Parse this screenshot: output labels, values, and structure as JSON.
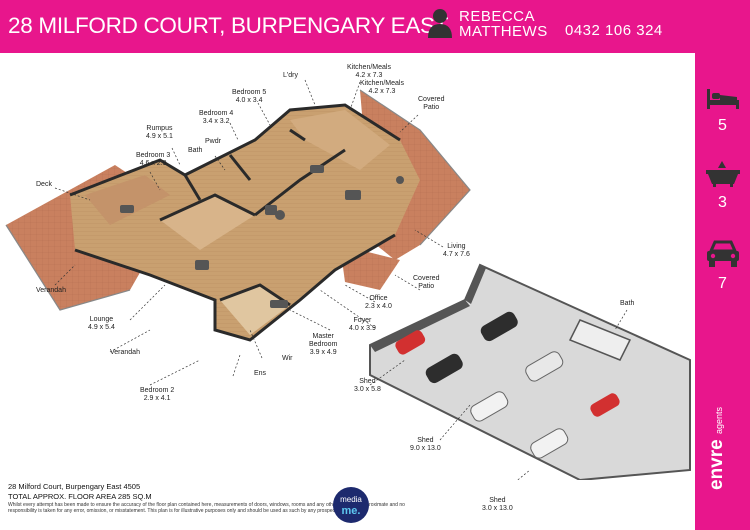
{
  "header": {
    "title": "28 MILFORD COURT, BURPENGARY EAST",
    "agent_name_line1": "REBECCA",
    "agent_name_line2": "MATTHEWS",
    "agent_phone": "0432 106 324"
  },
  "stats": {
    "bedrooms": "5",
    "bathrooms": "3",
    "car_spaces": "7"
  },
  "brand": {
    "name": "envre",
    "tagline": "agents"
  },
  "rooms": {
    "ldry": "L'dry",
    "kitchen1_name": "Kitchen/Meals",
    "kitchen1_size": "4.2 x 7.3",
    "kitchen2_name": "Kitchen/Meals",
    "kitchen2_size": "4.2 x 7.3",
    "bedroom5_name": "Bedroom 5",
    "bedroom5_size": "4.0 x 3.4",
    "bedroom4_name": "Bedroom 4",
    "bedroom4_size": "3.4 x 3.2",
    "covered_patio1_line1": "Covered",
    "covered_patio1_line2": "Patio",
    "rumpus_name": "Rumpus",
    "rumpus_size": "4.9 x 5.1",
    "pwdr": "Pwdr",
    "bath1": "Bath",
    "bedroom3_name": "Bedroom 3",
    "bedroom3_size": "4.6 x 2.9",
    "deck": "Deck",
    "living_name": "Living",
    "living_size": "4.7 x 7.6",
    "verandah1": "Verandah",
    "covered_patio2_line1": "Covered",
    "covered_patio2_line2": "Patio",
    "office_name": "Office",
    "office_size": "2.3 x 4.0",
    "lounge_name": "Lounge",
    "lounge_size": "4.9 x 5.4",
    "foyer_name": "Foyer",
    "foyer_size": "4.0 x 3.9",
    "bath2": "Bath",
    "verandah2": "Verandah",
    "master_line1": "Master",
    "master_line2": "Bedroom",
    "master_size": "3.9 x 4.9",
    "wir": "Wir",
    "ens": "Ens",
    "shed1_name": "Shed",
    "shed1_size": "3.0 x 5.8",
    "bedroom2_name": "Bedroom 2",
    "bedroom2_size": "2.9 x 4.1",
    "shed2_name": "Shed",
    "shed2_size": "9.0 x 13.0",
    "shed3_name": "Shed",
    "shed3_size": "3.0 x 13.0"
  },
  "footer": {
    "address": "28 Milford Court, Burpengary East 4505",
    "area": "TOTAL APPROX. FLOOR AREA 285 SQ.M",
    "disclaimer": "Whilst every attempt has been made to ensure the accuracy of the floor plan contained here, measurements of doors, windows, rooms and any other items are approximate and no responsibility is taken for any error, omission, or misstatement. This plan is for illustrative purposes only and should be used as such by any prospective purchaser.",
    "logo_line1": "media",
    "logo_line2": "me."
  },
  "colors": {
    "brand_pink": "#e8168c",
    "floor_terracotta": "#c9805f",
    "floor_wood": "#c89c6a",
    "wall": "#2a2a2a"
  }
}
